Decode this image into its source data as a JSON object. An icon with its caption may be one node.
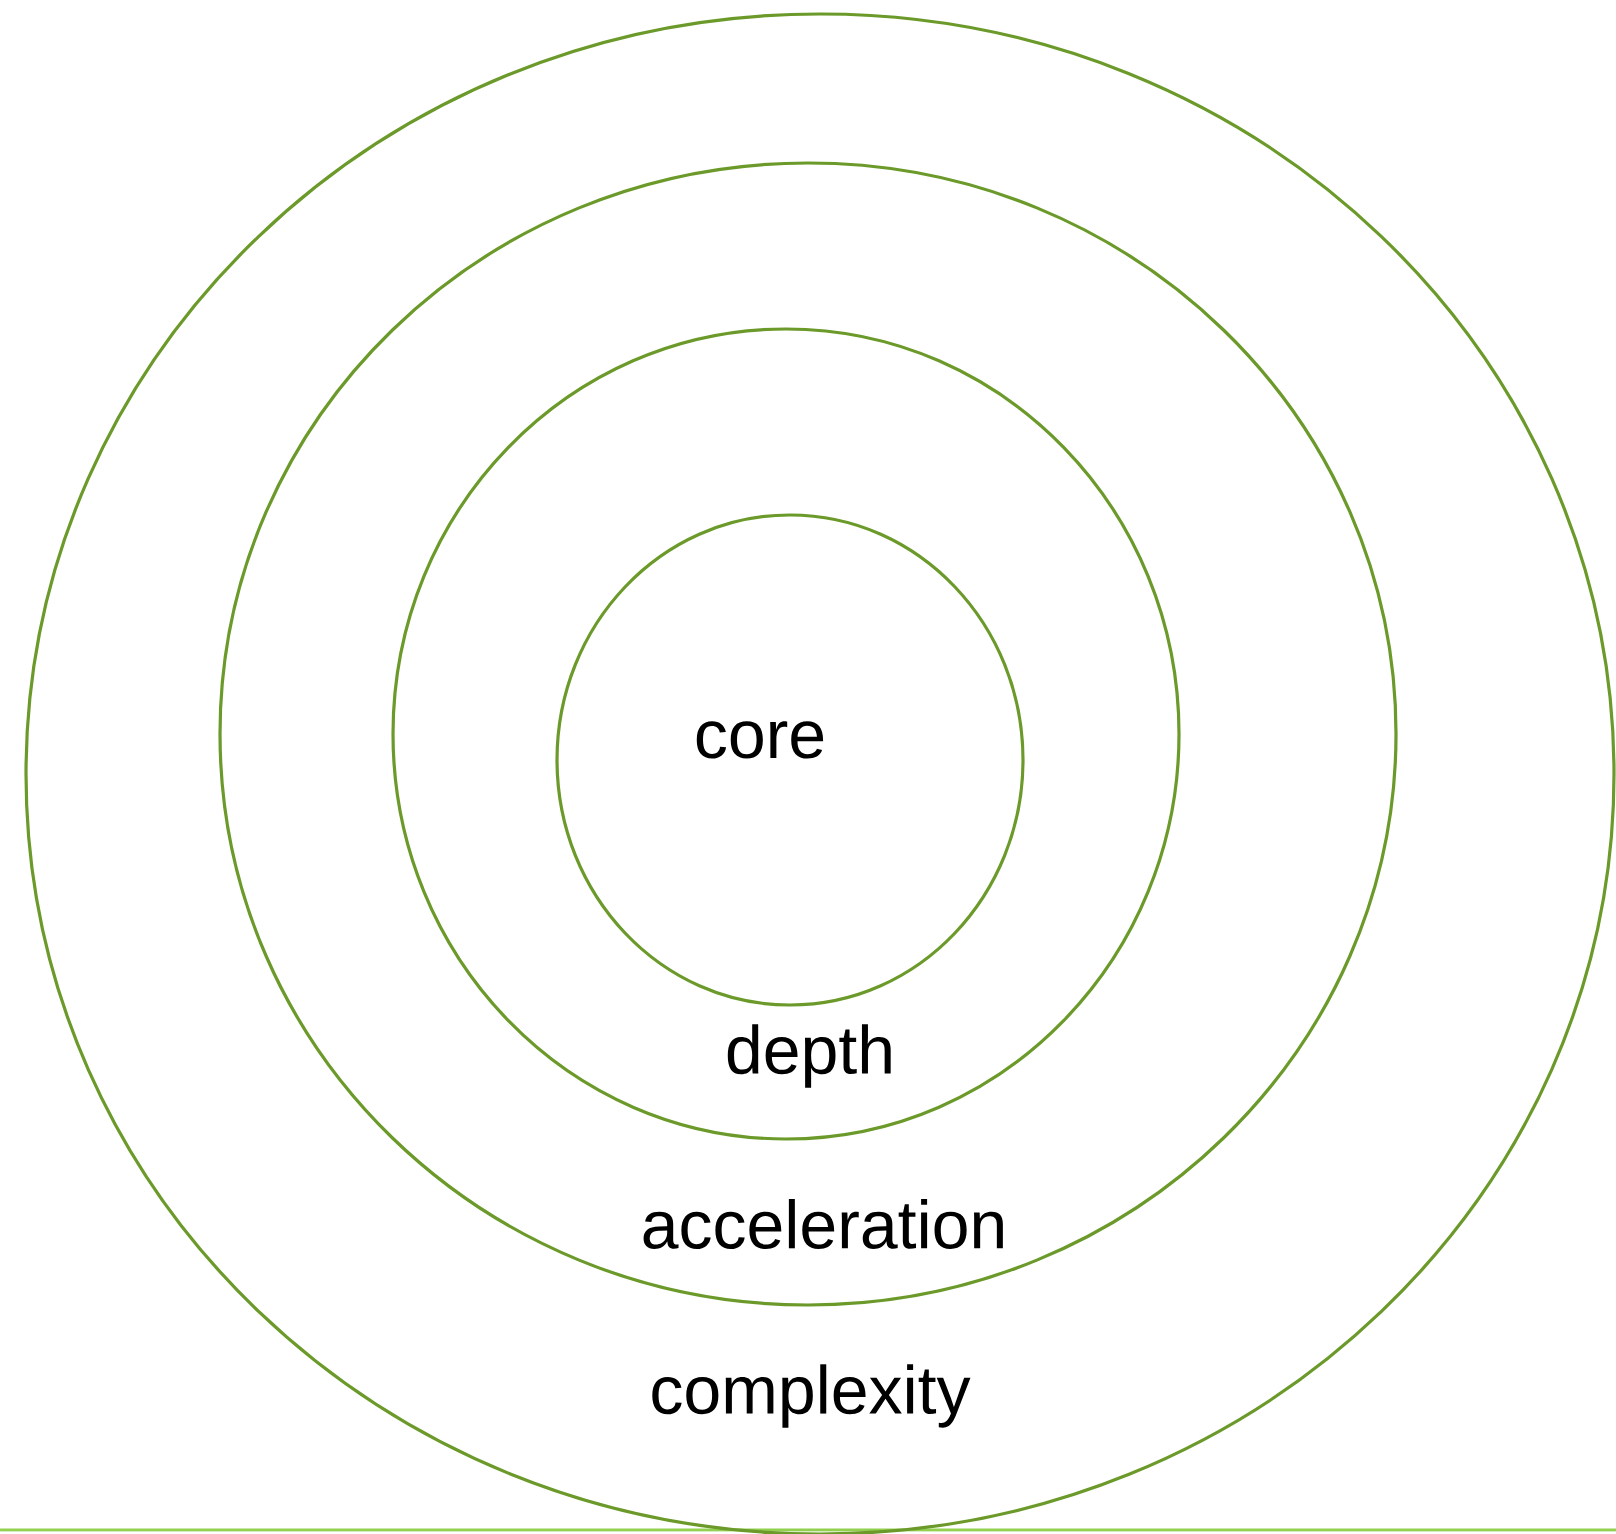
{
  "diagram": {
    "nodes": [
      {
        "text": [
          "complexity"
        ]
      },
      {
        "text": [
          "acceleration"
        ],
        "in": 0
      },
      {
        "text": [
          "depth"
        ],
        "in": 1
      },
      {
        "text": [
          "core"
        ],
        "in": 2
      }
    ]
  }
}
